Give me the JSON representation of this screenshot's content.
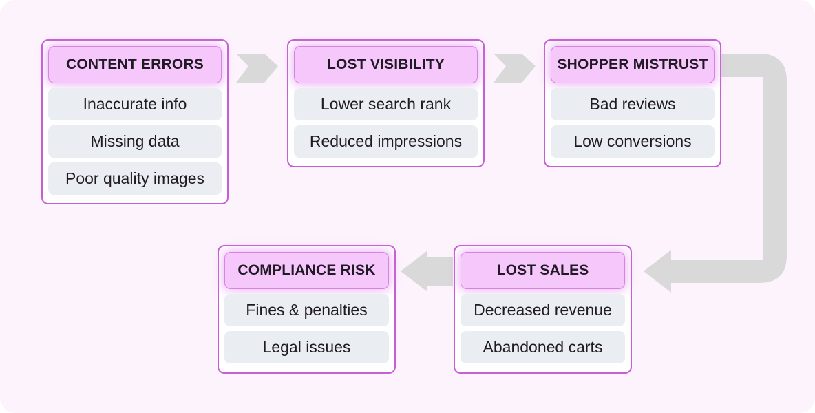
{
  "colors": {
    "background": "#fcf3fc",
    "card_border": "#c75ed6",
    "title_fill": "#f5c7fa",
    "item_fill": "#eaedf2",
    "arrow": "#d9d9d9",
    "text": "#1f1a24"
  },
  "flow": {
    "nodes": [
      {
        "id": "content-errors",
        "title": "CONTENT ERRORS",
        "items": [
          "Inaccurate info",
          "Missing data",
          "Poor quality images"
        ]
      },
      {
        "id": "lost-visibility",
        "title": "LOST VISIBILITY",
        "items": [
          "Lower search rank",
          "Reduced impressions"
        ]
      },
      {
        "id": "shopper-mistrust",
        "title": "SHOPPER MISTRUST",
        "items": [
          "Bad reviews",
          "Low conversions"
        ]
      },
      {
        "id": "lost-sales",
        "title": "LOST SALES",
        "items": [
          "Decreased revenue",
          "Abandoned carts"
        ]
      },
      {
        "id": "compliance-risk",
        "title": "COMPLIANCE RISK",
        "items": [
          "Fines & penalties",
          "Legal issues"
        ]
      }
    ],
    "edges": [
      {
        "from": "content-errors",
        "to": "lost-visibility"
      },
      {
        "from": "lost-visibility",
        "to": "shopper-mistrust"
      },
      {
        "from": "shopper-mistrust",
        "to": "lost-sales"
      },
      {
        "from": "lost-sales",
        "to": "compliance-risk"
      }
    ]
  }
}
